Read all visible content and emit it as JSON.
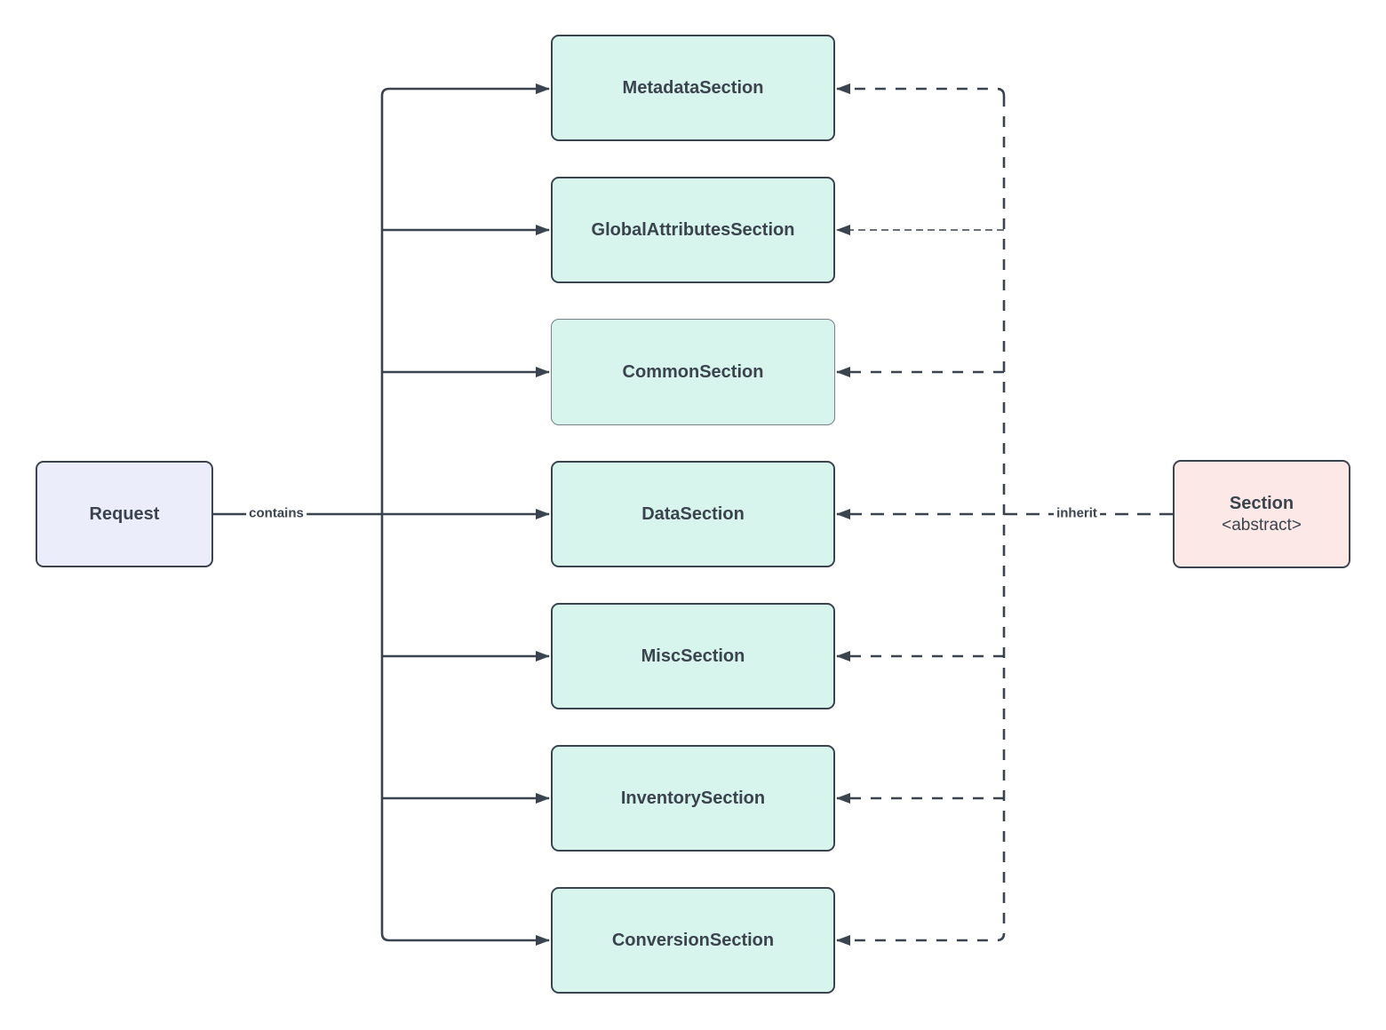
{
  "diagram": {
    "nodes": {
      "request": {
        "label": "Request"
      },
      "section_abstract": {
        "title": "Section",
        "stereotype": "<abstract>"
      },
      "sections": [
        {
          "label": "MetadataSection"
        },
        {
          "label": "GlobalAttributesSection"
        },
        {
          "label": "CommonSection"
        },
        {
          "label": "DataSection"
        },
        {
          "label": "MiscSection"
        },
        {
          "label": "InventorySection"
        },
        {
          "label": "ConversionSection"
        }
      ]
    },
    "edge_labels": {
      "contains": "contains",
      "inherit": "inherit"
    },
    "colors": {
      "stroke": "#3a434e",
      "section_fill": "#d7f5ec",
      "request_fill": "#ecedfb",
      "abstract_fill": "#fce8e6"
    }
  }
}
